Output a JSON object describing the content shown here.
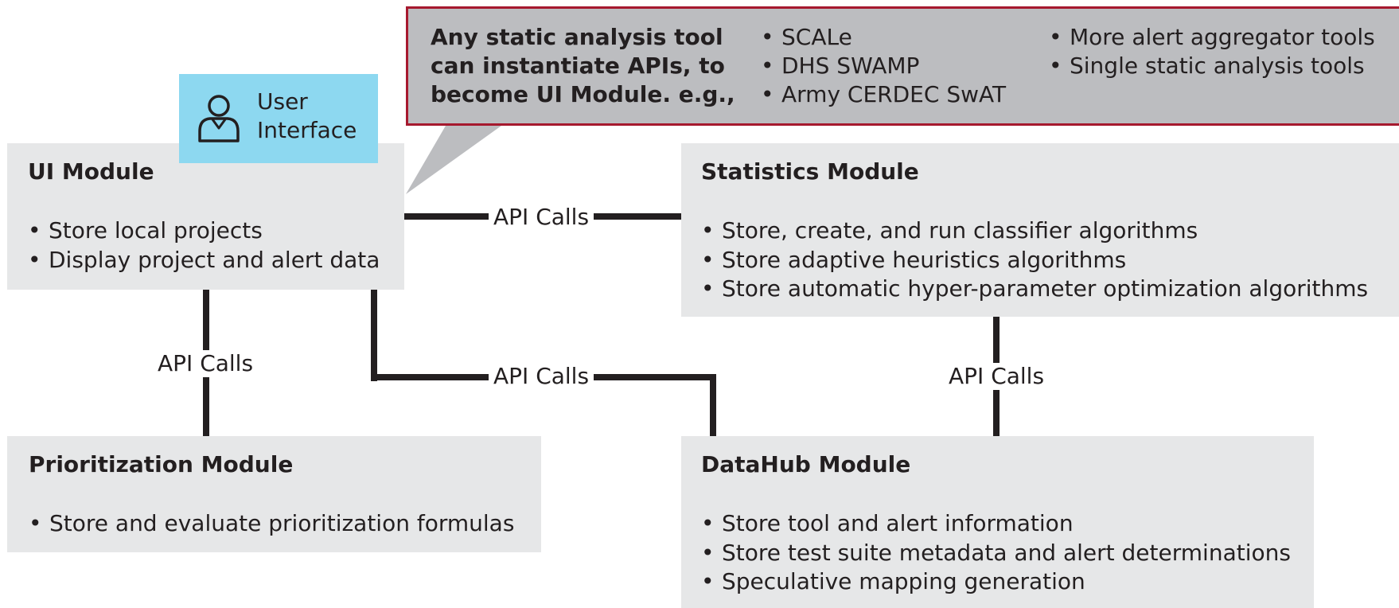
{
  "callout": {
    "lead_lines": [
      "Any static analysis tool",
      "can instantiate APIs, to",
      "become UI Module. e.g.,"
    ],
    "examples_col1": [
      "SCALe",
      "DHS SWAMP",
      "Army CERDEC SwAT"
    ],
    "examples_col2": [
      "More alert aggregator tools",
      "Single static analysis tools"
    ],
    "border_color": "#a6192e",
    "fill_color": "#bcbdc0"
  },
  "user_interface": {
    "lines": [
      "User",
      "Interface"
    ],
    "icon": "person-outline-icon",
    "color": "#8dd8f0"
  },
  "modules": {
    "ui": {
      "title": "UI Module",
      "items": [
        "Store local projects",
        "Display project and alert data"
      ]
    },
    "statistics": {
      "title": "Statistics Module",
      "items": [
        "Store, create, and run classifier algorithms",
        "Store adaptive heuristics algorithms",
        "Store automatic hyper-parameter optimization algorithms"
      ]
    },
    "prioritization": {
      "title": "Prioritization Module",
      "items": [
        "Store and evaluate prioritization formulas"
      ]
    },
    "datahub": {
      "title": "DataHub Module",
      "items": [
        "Store tool and alert information",
        "Store test suite metadata and alert determinations",
        "Speculative mapping generation"
      ]
    }
  },
  "connectors": {
    "ui_statistics": "API Calls",
    "ui_prioritization": "API Calls",
    "ui_datahub": "API Calls",
    "statistics_datahub": "API Calls"
  },
  "colors": {
    "module_fill": "#e6e7e8",
    "connector": "#231f20"
  }
}
